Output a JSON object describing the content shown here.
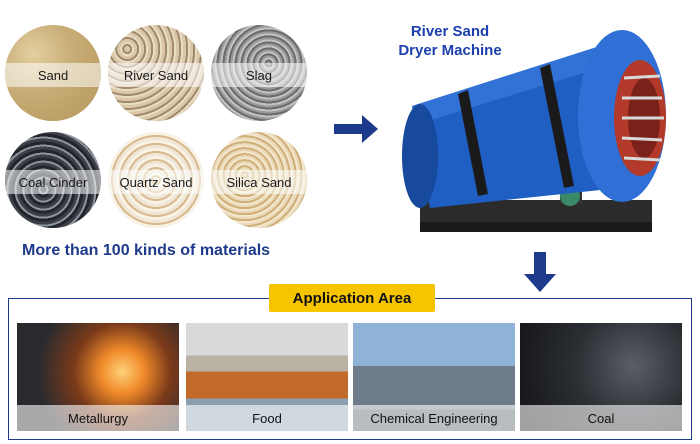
{
  "materials": {
    "items": [
      {
        "label": "Sand"
      },
      {
        "label": "River Sand"
      },
      {
        "label": "Slag"
      },
      {
        "label": "Coal Cinder"
      },
      {
        "label": "Quartz Sand"
      },
      {
        "label": "Silica Sand"
      }
    ],
    "caption": "More than 100 kinds of materials"
  },
  "machine": {
    "title_line1": "River Sand",
    "title_line2": "Dryer Machine",
    "color": "#1f5fc4"
  },
  "application": {
    "label": "Application Area",
    "label_color": "#f6c500",
    "tiles": [
      {
        "label": "Metallurgy"
      },
      {
        "label": "Food"
      },
      {
        "label": "Chemical Engineering"
      },
      {
        "label": "Coal"
      }
    ]
  },
  "colors": {
    "arrow": "#1e3a8a",
    "text_blue": "#1e3a8a"
  }
}
